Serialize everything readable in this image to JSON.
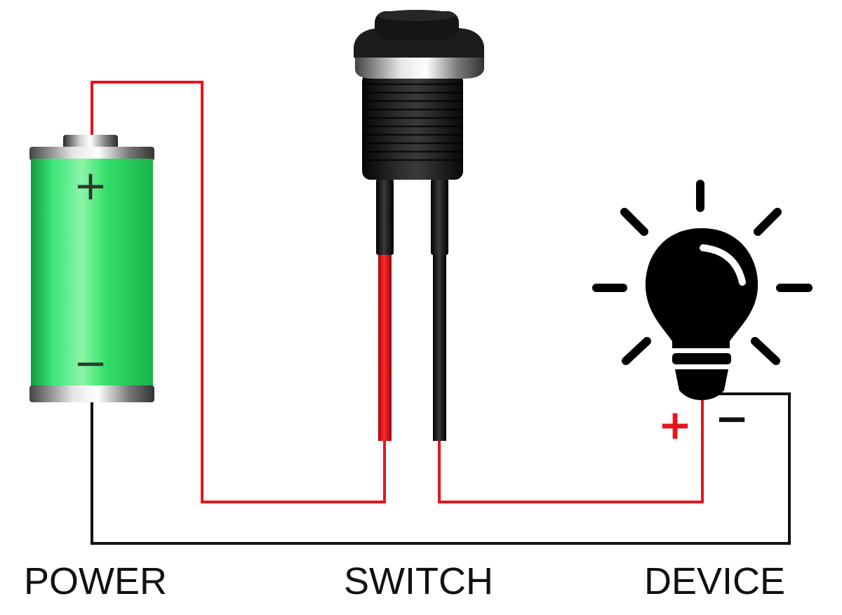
{
  "labels": {
    "power": "POWER",
    "switch": "SWITCH",
    "device": "DEVICE"
  },
  "battery": {
    "plus_sign": "+",
    "minus_sign": "−"
  },
  "device": {
    "plus_sign": "+",
    "minus_sign": "−"
  },
  "colors": {
    "positive_wire": "#e8141b",
    "negative_wire": "#111111",
    "battery_body": "#2ee06a",
    "switch_body": "#161616",
    "bulb": "#000000",
    "device_plus": "#e8141b",
    "device_minus": "#111111"
  }
}
